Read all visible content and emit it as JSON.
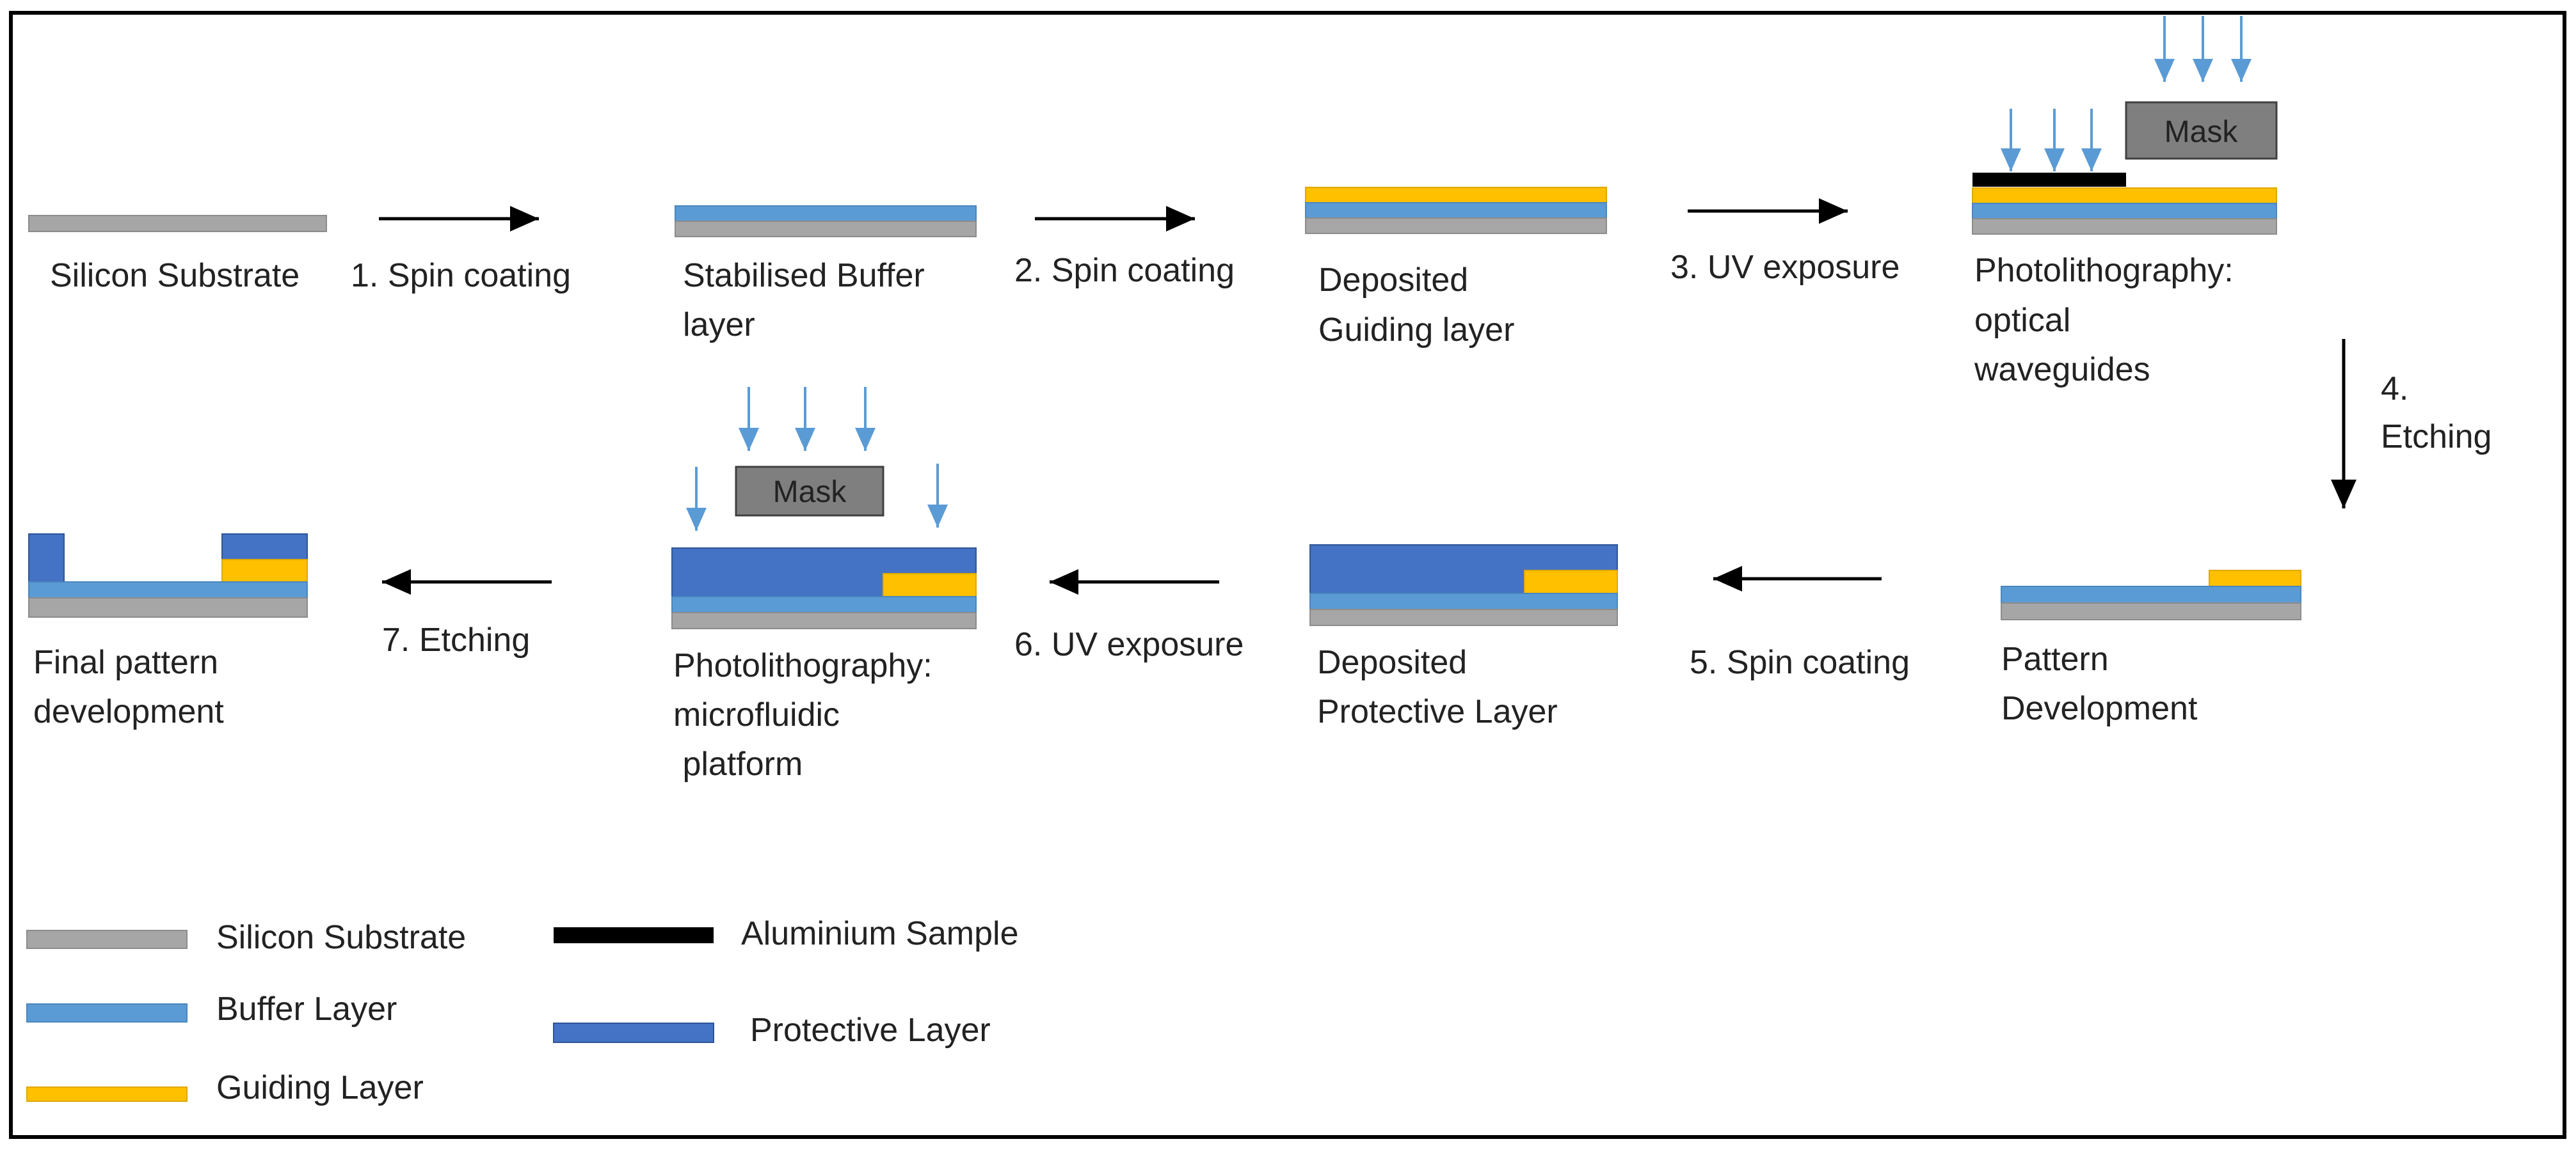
{
  "colors": {
    "substrate": "#A6A6A6",
    "buffer": "#5B9BD5",
    "guiding": "#FFC000",
    "aluminium": "#000000",
    "protective": "#4472C4",
    "mask": "#7F7F7F",
    "uv_arrow": "#5B9BD5",
    "process_arrow": "#000000",
    "frame": "#000000"
  },
  "stages": {
    "s0": {
      "caption": [
        "Silicon Substrate"
      ]
    },
    "s1": {
      "caption": [
        "Stabilised Buffer",
        "layer"
      ]
    },
    "s2": {
      "caption": [
        "Deposited",
        "Guiding layer"
      ]
    },
    "s3": {
      "caption": [
        "Photolithography:",
        "optical",
        "waveguides"
      ],
      "mask": "Mask"
    },
    "s4": {
      "caption": [
        "Pattern",
        "Development"
      ]
    },
    "s5": {
      "caption": [
        "Deposited",
        "Protective Layer"
      ]
    },
    "s6": {
      "caption": [
        "Photolithography:",
        "microfluidic",
        " platform"
      ],
      "mask": "Mask"
    },
    "s7": {
      "caption": [
        "Final pattern",
        "development"
      ]
    }
  },
  "steps": {
    "step1": [
      "1. Spin coating"
    ],
    "step2": [
      "2. Spin coating"
    ],
    "step3": [
      "3. UV exposure"
    ],
    "step4": [
      "4.",
      "Etching"
    ],
    "step5": [
      "5. Spin coating"
    ],
    "step6": [
      "6. UV exposure"
    ],
    "step7": [
      "7. Etching"
    ]
  },
  "legend": {
    "substrate": "Silicon Substrate",
    "buffer": "Buffer Layer",
    "guiding": "Guiding Layer",
    "aluminium": "Aluminium Sample",
    "protective": "Protective Layer"
  }
}
